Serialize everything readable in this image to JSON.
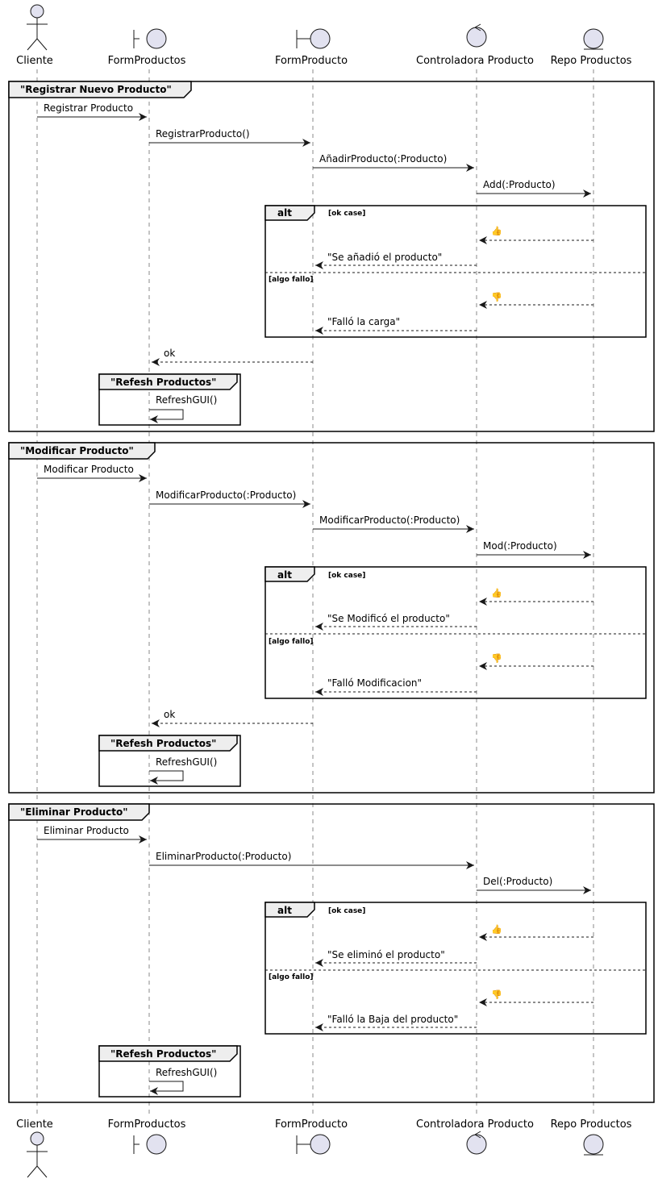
{
  "participants": [
    {
      "name": "Cliente",
      "type": "actor"
    },
    {
      "name": "FormProductos",
      "type": "boundary"
    },
    {
      "name": "FormProducto",
      "type": "boundary"
    },
    {
      "name": "Controladora Producto",
      "type": "control"
    },
    {
      "name": "Repo Productos",
      "type": "entity"
    }
  ],
  "fragments": [
    {
      "title": "\"Registrar Nuevo Producto\"",
      "messages": [
        {
          "label": "Registrar Producto",
          "from": 0,
          "to": 1
        },
        {
          "label": "RegistrarProducto()",
          "from": 1,
          "to": 2
        },
        {
          "label": "AñadirProducto(:Producto)",
          "from": 2,
          "to": 3
        },
        {
          "label": "Add(:Producto)",
          "from": 3,
          "to": 4
        }
      ],
      "alt": {
        "label": "alt",
        "ok_condition": "[ok case]",
        "fail_condition": "[algo fallo]",
        "ok_reply": "\"Se añadió el producto\"",
        "fail_reply": "\"Falló la carga\""
      },
      "return_label": "ok",
      "refresh": {
        "title": "\"Refesh Productos\"",
        "label": "RefreshGUI()"
      }
    },
    {
      "title": "\"Modificar Producto\"",
      "messages": [
        {
          "label": "Modificar Producto",
          "from": 0,
          "to": 1
        },
        {
          "label": "ModificarProducto(:Producto)",
          "from": 1,
          "to": 2
        },
        {
          "label": "ModificarProducto(:Producto)",
          "from": 2,
          "to": 3
        },
        {
          "label": "Mod(:Producto)",
          "from": 3,
          "to": 4
        }
      ],
      "alt": {
        "label": "alt",
        "ok_condition": "[ok case]",
        "fail_condition": "[algo fallo]",
        "ok_reply": "\"Se Modificó el producto\"",
        "fail_reply": "\"Falló Modificacion\""
      },
      "return_label": "ok",
      "refresh": {
        "title": "\"Refesh Productos\"",
        "label": "RefreshGUI()"
      }
    },
    {
      "title": "\"Eliminar Producto\"",
      "messages": [
        {
          "label": "Eliminar Producto",
          "from": 0,
          "to": 1
        },
        {
          "label": "EliminarProducto(:Producto)",
          "from": 1,
          "to": 3
        },
        {
          "label": "Del(:Producto)",
          "from": 3,
          "to": 4
        }
      ],
      "alt": {
        "label": "alt",
        "ok_condition": "[ok case]",
        "fail_condition": "[algo fallo]",
        "ok_reply": "\"Se eliminó el producto\"",
        "fail_reply": "\"Falló la Baja del producto\""
      },
      "return_label": "",
      "refresh": {
        "title": "\"Refesh Productos\"",
        "label": "RefreshGUI()"
      }
    }
  ],
  "icons": {
    "ok": "thumbs-up-icon",
    "fail": "thumbs-down-icon"
  }
}
